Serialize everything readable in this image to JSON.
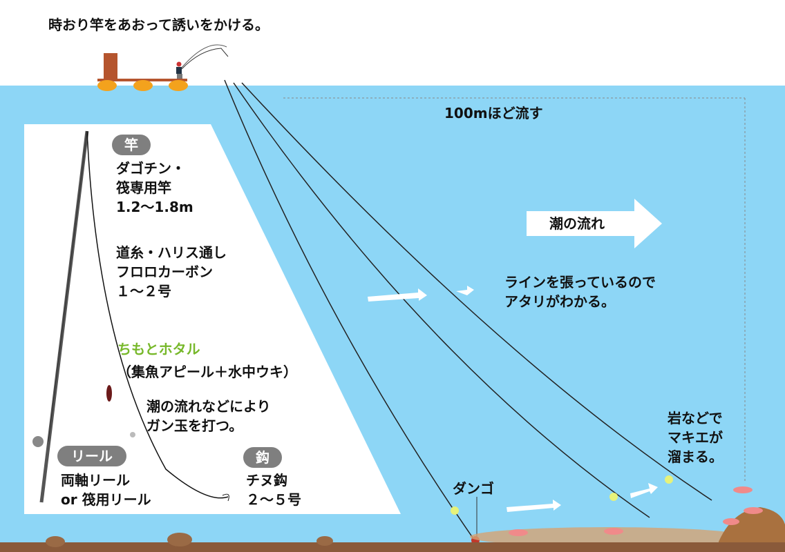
{
  "title": "時おり竿をあおって誘いをかける。",
  "distance_label": "100mほど流す",
  "current_label": "潮の流れ",
  "tension_note": [
    "ラインを張っているので",
    "アタリがわかる。"
  ],
  "rod": {
    "badge": "竿",
    "lines": [
      "ダゴチン・",
      "筏専用竿",
      "1.2〜1.8m"
    ]
  },
  "line": {
    "lines": [
      "道糸・ハリス通し",
      "フロロカーボン",
      "１〜２号"
    ]
  },
  "hotaru": {
    "name": "ちもとホタル",
    "desc": "（集魚アピール＋水中ウキ）"
  },
  "sinker_note": [
    "潮の流れなどにより",
    "ガン玉を打つ。"
  ],
  "reel": {
    "badge": "リール",
    "lines": [
      "両軸リール",
      "or 筏用リール"
    ]
  },
  "hook": {
    "badge": "鈎",
    "lines": [
      "チヌ鈎",
      "２〜５号"
    ]
  },
  "dango_label": "ダンゴ",
  "rock_note": [
    "岩などで",
    "マキエが",
    "溜まる。"
  ],
  "colors": {
    "water": "#8dd6f6",
    "hotaru_green": "#77b82a",
    "raft": "#b5552e",
    "float": "#f3a21d",
    "seabed": "#8a5a3a"
  }
}
